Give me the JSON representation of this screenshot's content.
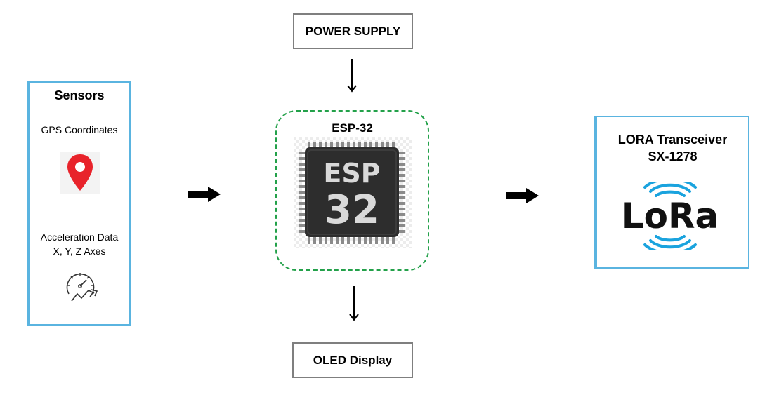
{
  "power_supply": {
    "label": "POWER SUPPLY"
  },
  "oled": {
    "label": "OLED Display"
  },
  "sensors": {
    "title": "Sensors",
    "gps_label": "GPS Coordinates",
    "accel_line1": "Acceleration Data",
    "accel_line2": "X, Y, Z Axes",
    "gps_icon": "location-pin-icon",
    "accel_icon": "speedometer-icon"
  },
  "esp": {
    "title": "ESP-32",
    "chip_text_top": "ESP",
    "chip_text_bottom": "32",
    "chip_icon": "microchip-icon"
  },
  "lora": {
    "title_line1": "LORA Transceiver",
    "title_line2": "SX-1278",
    "logo_text": "LoRa",
    "logo_icon": "lora-logo-icon"
  },
  "colors": {
    "sensor_border": "#5ab4e0",
    "esp_border": "#23a14a",
    "pin_red": "#e8232b",
    "gray_border": "#7f7f7f"
  }
}
